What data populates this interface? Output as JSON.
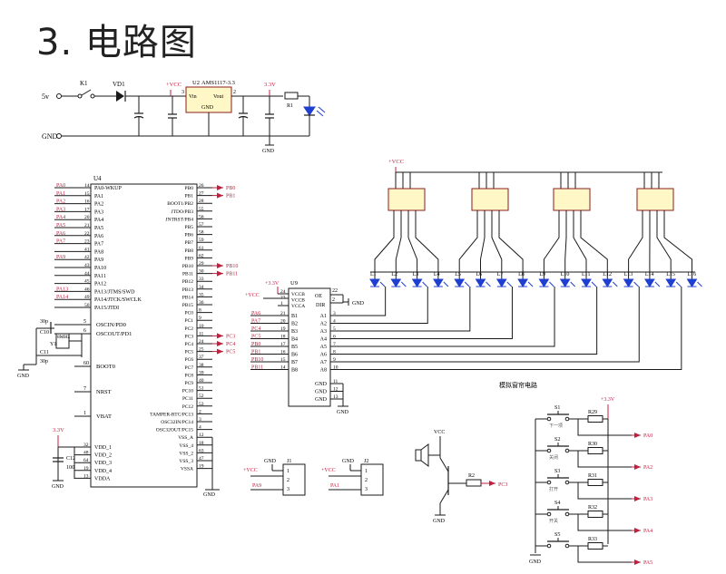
{
  "title": "3. 电路图",
  "power": {
    "in_label": "5v",
    "gnd_label": "GND",
    "switch": "K1",
    "diode": "VD1",
    "vcc": "+VCC",
    "reg_ref": "U2",
    "reg_part": "AMS1117-3.3",
    "reg_vin": "Vin",
    "reg_vout": "Vout",
    "reg_gnd": "GND",
    "pin3": "3",
    "pin2": "2",
    "pin1": "1",
    "v33": "3.3V",
    "r1": "R1",
    "gnd_node": "GND"
  },
  "mcu": {
    "ref": "U4",
    "left_pins": [
      {
        "net": "PA0",
        "num": "14",
        "name": "PA0-WKUP"
      },
      {
        "net": "PA1",
        "num": "15",
        "name": "PA1"
      },
      {
        "net": "PA2",
        "num": "16",
        "name": "PA2"
      },
      {
        "net": "PA3",
        "num": "17",
        "name": "PA3"
      },
      {
        "net": "PA4",
        "num": "20",
        "name": "PA4"
      },
      {
        "net": "PA5",
        "num": "21",
        "name": "PA5"
      },
      {
        "net": "PA6",
        "num": "22",
        "name": "PA6"
      },
      {
        "net": "PA7",
        "num": "23",
        "name": "PA7"
      },
      {
        "net": "",
        "num": "41",
        "name": "PA8"
      },
      {
        "net": "PA9",
        "num": "42",
        "name": "PA9"
      },
      {
        "net": "",
        "num": "43",
        "name": "PA10"
      },
      {
        "net": "",
        "num": "44",
        "name": "PA11"
      },
      {
        "net": "",
        "num": "45",
        "name": "PA12"
      },
      {
        "net": "PA13",
        "num": "46",
        "name": "PA13/JTMS/SWD"
      },
      {
        "net": "PA14",
        "num": "49",
        "name": "PA14/JTCK/SWCLK"
      },
      {
        "net": "",
        "num": "50",
        "name": "PA15/JTDI"
      }
    ],
    "right_pins": [
      {
        "net": "PB0",
        "num": "26",
        "name": "PB0"
      },
      {
        "net": "PB1",
        "num": "27",
        "name": "PB1"
      },
      {
        "net": "",
        "num": "28",
        "name": "BOOT1/PB2"
      },
      {
        "net": "",
        "num": "55",
        "name": "JTDO/PB3"
      },
      {
        "net": "",
        "num": "56",
        "name": "JNTRST/PB4"
      },
      {
        "net": "",
        "num": "57",
        "name": "PB5"
      },
      {
        "net": "",
        "num": "58",
        "name": "PB6"
      },
      {
        "net": "",
        "num": "59",
        "name": "PB7"
      },
      {
        "net": "",
        "num": "61",
        "name": "PB8"
      },
      {
        "net": "",
        "num": "62",
        "name": "PB9"
      },
      {
        "net": "PB10",
        "num": "29",
        "name": "PB10"
      },
      {
        "net": "PB11",
        "num": "30",
        "name": "PB11"
      },
      {
        "net": "",
        "num": "33",
        "name": "PB12"
      },
      {
        "net": "",
        "num": "34",
        "name": "PB13"
      },
      {
        "net": "",
        "num": "35",
        "name": "PB14"
      },
      {
        "net": "",
        "num": "36",
        "name": "PB15"
      },
      {
        "net": "",
        "num": "8",
        "name": "PC0"
      },
      {
        "net": "",
        "num": "9",
        "name": "PC1"
      },
      {
        "net": "",
        "num": "10",
        "name": "PC2"
      },
      {
        "net": "PC3",
        "num": "11",
        "name": "PC3"
      },
      {
        "net": "PC4",
        "num": "24",
        "name": "PC4"
      },
      {
        "net": "PC5",
        "num": "25",
        "name": "PC5"
      },
      {
        "net": "",
        "num": "37",
        "name": "PC6"
      },
      {
        "net": "",
        "num": "38",
        "name": "PC7"
      },
      {
        "net": "",
        "num": "39",
        "name": "PC8"
      },
      {
        "net": "",
        "num": "40",
        "name": "PC9"
      },
      {
        "net": "",
        "num": "51",
        "name": "PC10"
      },
      {
        "net": "",
        "num": "52",
        "name": "PC11"
      },
      {
        "net": "",
        "num": "53",
        "name": "PC12"
      },
      {
        "net": "",
        "num": "2",
        "name": "TAMPER-RTC/PC13"
      },
      {
        "net": "",
        "num": "3",
        "name": "OSC32IN/PC14"
      },
      {
        "net": "",
        "num": "4",
        "name": "OSC32OUT/PC15"
      },
      {
        "net": "",
        "num": "12",
        "name": "VSS_A"
      },
      {
        "net": "",
        "num": "18",
        "name": "VSS_4"
      },
      {
        "net": "",
        "num": "63",
        "name": "VSS_2"
      },
      {
        "net": "",
        "num": "47",
        "name": "VSS_3"
      },
      {
        "net": "",
        "num": "19",
        "name": "VSSA"
      }
    ],
    "osc_in": "OSCIN/PD0",
    "osc_out": "OSCOUT/PD1",
    "osc_in_num": "5",
    "osc_out_num": "6",
    "boot0": "BOOT0",
    "boot0_num": "60",
    "nrst": "NRST",
    "nrst_num": "7",
    "vbat": "VBAT",
    "vbat_num": "1",
    "vdd_pins": [
      {
        "num": "32",
        "name": "VDD_1"
      },
      {
        "num": "48",
        "name": "VDD_2"
      },
      {
        "num": "64",
        "name": "VDD_3"
      },
      {
        "num": "19",
        "name": "VDD_4"
      },
      {
        "num": "13",
        "name": "VDDA"
      }
    ],
    "c10": "C10",
    "c10_val": "30p",
    "c11": "C11",
    "c11_val": "30p",
    "crystal": "Y1",
    "crystal_val": "8MHz",
    "v33": "3.3V",
    "c12": "C12",
    "c12_val": "100",
    "gnd": "GND"
  },
  "buffer": {
    "ref": "U9",
    "vcc": "+VCC",
    "v33": "+3.3V",
    "pins_top": [
      {
        "num": "24",
        "name": "VCCB"
      },
      {
        "num": "23",
        "name": "VCCB"
      },
      {
        "num": "1",
        "name": "VCCA"
      }
    ],
    "oe": "OE",
    "oe_num": "22",
    "dir": "DIR",
    "dir_num": "2",
    "gnd_label": "GND",
    "left": [
      {
        "net": "PA6",
        "num": "21",
        "name": "B1"
      },
      {
        "net": "PA7",
        "num": "20",
        "name": "B2"
      },
      {
        "net": "PC4",
        "num": "19",
        "name": "B3"
      },
      {
        "net": "PC5",
        "num": "18",
        "name": "B4"
      },
      {
        "net": "PB0",
        "num": "17",
        "name": "B5"
      },
      {
        "net": "PB1",
        "num": "16",
        "name": "B6"
      },
      {
        "net": "PB10",
        "num": "15",
        "name": "B7"
      },
      {
        "net": "PB11",
        "num": "14",
        "name": "B8"
      }
    ],
    "right": [
      {
        "num": "3",
        "name": "A1"
      },
      {
        "num": "4",
        "name": "A2"
      },
      {
        "num": "5",
        "name": "A3"
      },
      {
        "num": "6",
        "name": "A4"
      },
      {
        "num": "7",
        "name": "A5"
      },
      {
        "num": "8",
        "name": "A6"
      },
      {
        "num": "9",
        "name": "A7"
      },
      {
        "num": "10",
        "name": "A8"
      }
    ],
    "gnd_pins": [
      {
        "num": "11",
        "name": "GND"
      },
      {
        "num": "12",
        "name": "GND"
      },
      {
        "num": "13",
        "name": "GND"
      }
    ]
  },
  "leds": {
    "vcc": "+VCC",
    "labels": [
      "L1",
      "L2",
      "L3",
      "L4",
      "L5",
      "L6",
      "L7",
      "L8",
      "L9",
      "L10",
      "L11",
      "L12",
      "L13",
      "L14",
      "L15",
      "L16"
    ],
    "caption": "模拟窗帘电路"
  },
  "connectors": {
    "j1": {
      "ref": "J1",
      "vcc": "+VCC",
      "gnd": "GND",
      "net": "PA9",
      "pins": [
        "1",
        "2",
        "3"
      ]
    },
    "j2": {
      "ref": "J2",
      "vcc": "+VCC",
      "gnd": "GND",
      "net": "PA1",
      "pins": [
        "1",
        "2",
        "3"
      ]
    }
  },
  "buzzer": {
    "vcc": "VCC",
    "r": "R2",
    "net": "PC3",
    "gnd": "GND"
  },
  "keys": {
    "v33": "+3.3V",
    "gnd": "GND",
    "items": [
      {
        "s": "S1",
        "r": "R29",
        "net": "PA0",
        "mark": "下一项"
      },
      {
        "s": "S2",
        "r": "R30",
        "net": "PA2",
        "mark": "关闭"
      },
      {
        "s": "S3",
        "r": "R31",
        "net": "PA3",
        "mark": "打开"
      },
      {
        "s": "S4",
        "r": "R32",
        "net": "PA4",
        "mark": "开关"
      },
      {
        "s": "S5",
        "r": "R33",
        "net": "PA5",
        "mark": ""
      }
    ]
  }
}
